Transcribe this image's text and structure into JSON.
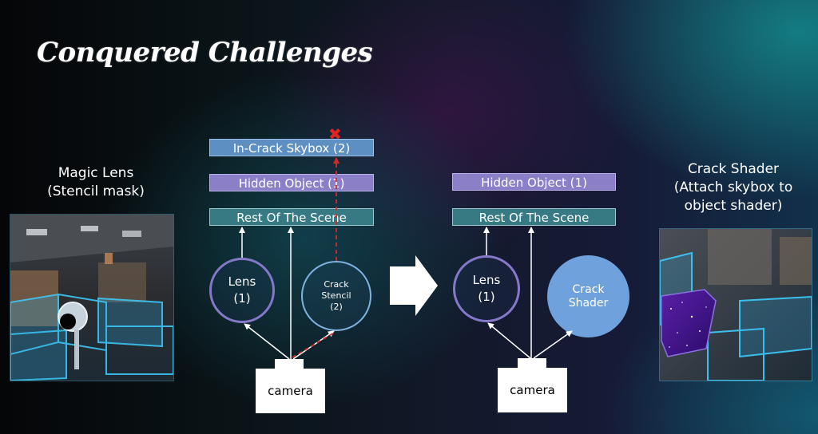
{
  "slide": {
    "title": "Conquered Challenges"
  },
  "left_label": {
    "line1": "Magic Lens",
    "line2": "(Stencil mask)"
  },
  "right_label": {
    "line1": "Crack Shader",
    "line2": "(Attach skybox to",
    "line3": "object shader)"
  },
  "diagram_left": {
    "skybox_box": "In-Crack Skybox (2)",
    "hidden_box": "Hidden Object (1)",
    "scene_box": "Rest Of The Scene",
    "lens_circle": {
      "line1": "Lens",
      "line2": "(1)"
    },
    "stencil_circle": {
      "line1": "Crack",
      "line2": "Stencil",
      "line3": "(2)"
    },
    "camera_label": "camera",
    "blocked_marker": "✖"
  },
  "diagram_right": {
    "hidden_box": "Hidden Object (1)",
    "scene_box": "Rest Of The Scene",
    "lens_circle": {
      "line1": "Lens",
      "line2": "(1)"
    },
    "shader_circle": {
      "line1": "Crack",
      "line2": "Shader"
    },
    "camera_label": "camera"
  },
  "colors": {
    "box_blue": "#5e8fc2",
    "box_purple": "#8b7fc8",
    "box_teal": "#377a84",
    "circle_ring": "#8678c9",
    "shader_fill": "#6fa2dd",
    "dashed_arrow": "#d42a2a",
    "blocked_marker": "#e02424"
  },
  "icons": {
    "transition": "right-arrow-icon",
    "blocked": "close-icon"
  }
}
